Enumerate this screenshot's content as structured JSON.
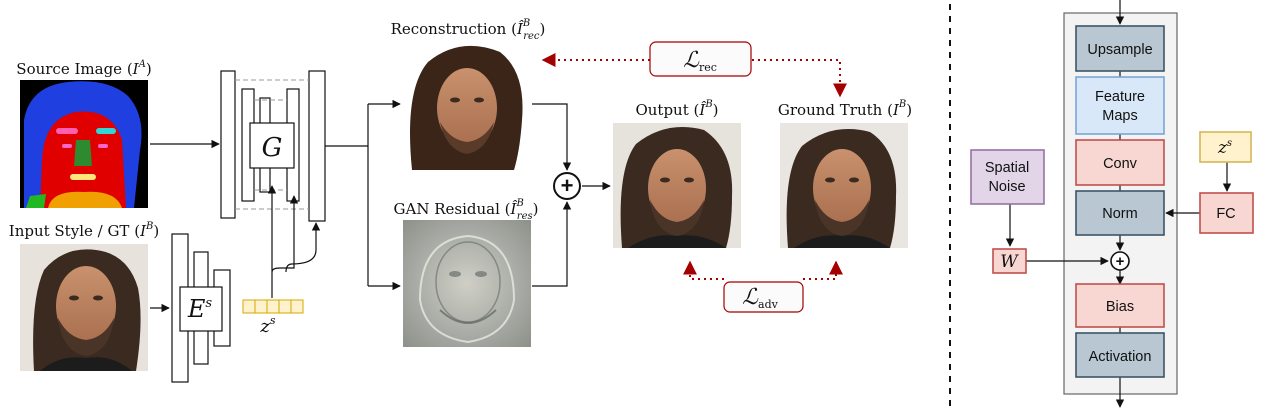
{
  "left_panel": {
    "source_image": {
      "label": "Source Image (",
      "math": "I",
      "sup": "A",
      "close": ")"
    },
    "input_style": {
      "label": "Input Style / GT (",
      "math": "I",
      "sup": "B",
      "close": ")"
    },
    "generator": {
      "symbol": "G"
    },
    "style_encoder": {
      "symbol": "E",
      "sup": "s"
    },
    "style_code": {
      "symbol": "z",
      "sup": "s"
    },
    "reconstruction": {
      "label": "Reconstruction (",
      "math": "Î",
      "sup": "B",
      "sub": "rec",
      "close": ")"
    },
    "gan_residual": {
      "label": "GAN Residual (",
      "math": "Î",
      "sup": "B",
      "sub": "res",
      "close": ")"
    },
    "output": {
      "label": "Output (",
      "math": "Î",
      "sup": "B",
      "close": ")"
    },
    "ground_truth": {
      "label": "Ground Truth (",
      "math": "I",
      "sup": "B",
      "close": ")"
    },
    "loss_rec": {
      "symbol": "ℒ",
      "sub": "rec"
    },
    "loss_adv": {
      "symbol": "ℒ",
      "sub": "adv"
    },
    "sum_symbol": "+"
  },
  "right_panel": {
    "blocks": {
      "upsample": "Upsample",
      "feature_maps_1": "Feature",
      "feature_maps_2": "Maps",
      "conv": "Conv",
      "norm": "Norm",
      "bias": "Bias",
      "activation": "Activation",
      "fc": "FC",
      "spatial_noise_1": "Spatial",
      "spatial_noise_2": "Noise",
      "w": "W",
      "z": "z",
      "z_sup": "s",
      "plus": "+"
    }
  },
  "colors": {
    "dark_block": "#b8c7d1",
    "dark_block_border": "#3d5566",
    "blue_block": "#d9e8f8",
    "blue_block_border": "#7aa6d6",
    "red_block": "#f8d7d3",
    "red_block_border": "#c0504d",
    "purple_block": "#e1d5e7",
    "purple_block_border": "#9673a6",
    "yellow_block": "#fff2cc",
    "yellow_block_border": "#d6b656",
    "loss_arrow": "#a40000"
  }
}
